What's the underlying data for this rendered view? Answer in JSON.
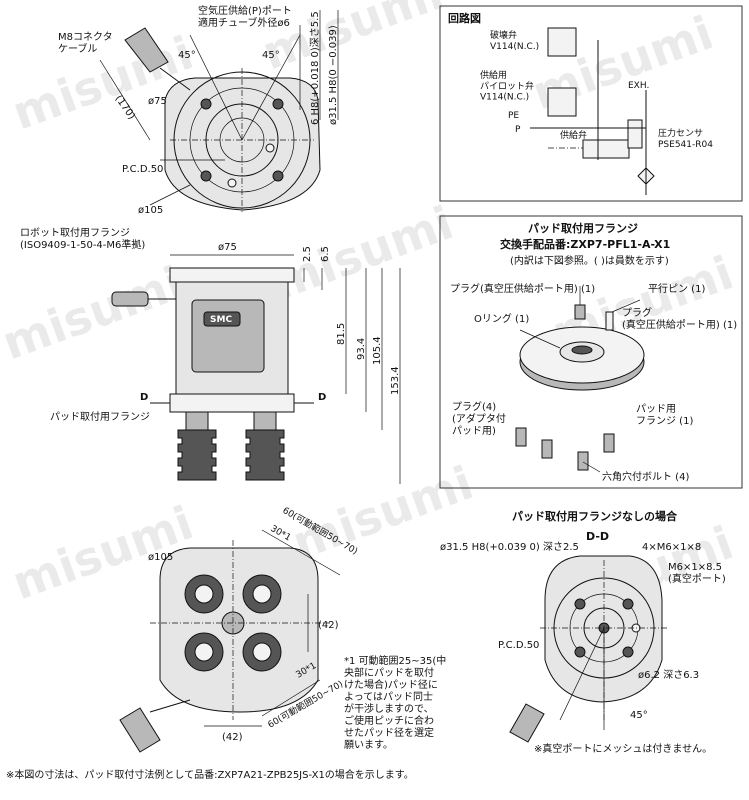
{
  "watermark": "misumi",
  "top_view": {
    "cable_label": "M8コネクタ\nケーブル",
    "supply_port_label": "空気圧供給(P)ポート\n適用チューブ外径ø6",
    "angle_left": "45°",
    "angle_right": "45°",
    "dim_170": "(170)",
    "dim_75": "ø75",
    "pcd": "P.C.D.50",
    "dim_105": "ø105",
    "vert_dim_1": "6 H8(+0.018 0)深さ5.5",
    "vert_dim_2": "ø31.5 H8(0 −0.039)"
  },
  "circuit": {
    "title": "回路図",
    "release_valve": "破壊弁\nV114(N.C.)",
    "supply_valve": "供給用\nパイロット弁\nV114(N.C.)",
    "exh": "EXH.",
    "pe": "PE",
    "p": "P",
    "supply_valve2": "供給弁",
    "sensor": "圧力センサ\nPSE541-R04"
  },
  "side_view": {
    "robot_flange": "ロボット取付用フランジ\n(ISO9409-1-50-4-M6準拠)",
    "dim_75": "ø75",
    "dim_25": "2.5",
    "dim_65": "6.5",
    "dim_815": "81.5",
    "dim_934": "93.4",
    "dim_1054": "105.4",
    "dim_1534": "153.4",
    "d_left": "D",
    "d_right": "D",
    "pad_flange": "パッド取付用フランジ",
    "brand": "SMC"
  },
  "pad_flange_panel": {
    "title": "パッド取付用フランジ",
    "part_no": "交換手配品番:ZXP7-PFL1-A-X1",
    "note": "(内訳は下図参照。( )は員数を示す)",
    "plug_vacuum": "プラグ(真空圧供給ポート用) (1)",
    "dowel": "平行ピン (1)",
    "oring": "Oリング (1)",
    "plug_vacuum2": "プラグ\n(真空圧供給ポート用) (1)",
    "plug_adapter": "プラグ(4)\n(アダプタ付\nパッド用)",
    "pad_flange": "パッド用\nフランジ (1)",
    "bolt": "六角穴付ボルト (4)"
  },
  "bottom_view": {
    "dim_105": "ø105",
    "range1": "60(可動範囲50~70)",
    "dim_30a": "30*1",
    "dim_42v": "(42)",
    "dim_30b": "30*1",
    "range2": "60(可動範囲50~70)",
    "dim_42h": "(42)",
    "footnote": "*1 可動範囲25~35(中\n央部にパッドを取付\nけた場合)パッド径に\nよってはパッド同士\nが干渉しますので、\nご使用ピッチに合わ\nせたパッド径を選定\n願います。"
  },
  "section_dd": {
    "title": "パッド取付用フランジなしの場合",
    "label": "D-D",
    "dim_315": "ø31.5 H8(+0.039 0) 深さ2.5",
    "holes": "4×M6×1×8",
    "vacuum_port": "M6×1×8.5\n(真空ポート)",
    "pcd": "P.C.D.50",
    "dim_62": "ø6.2 深さ6.3",
    "angle": "45°",
    "note": "※真空ポートにメッシュは付きません。"
  },
  "footer_note": "※本図の寸法は、パッド取付寸法例として品番:ZXP7A21-ZPB25JS-X1の場合を示します。"
}
